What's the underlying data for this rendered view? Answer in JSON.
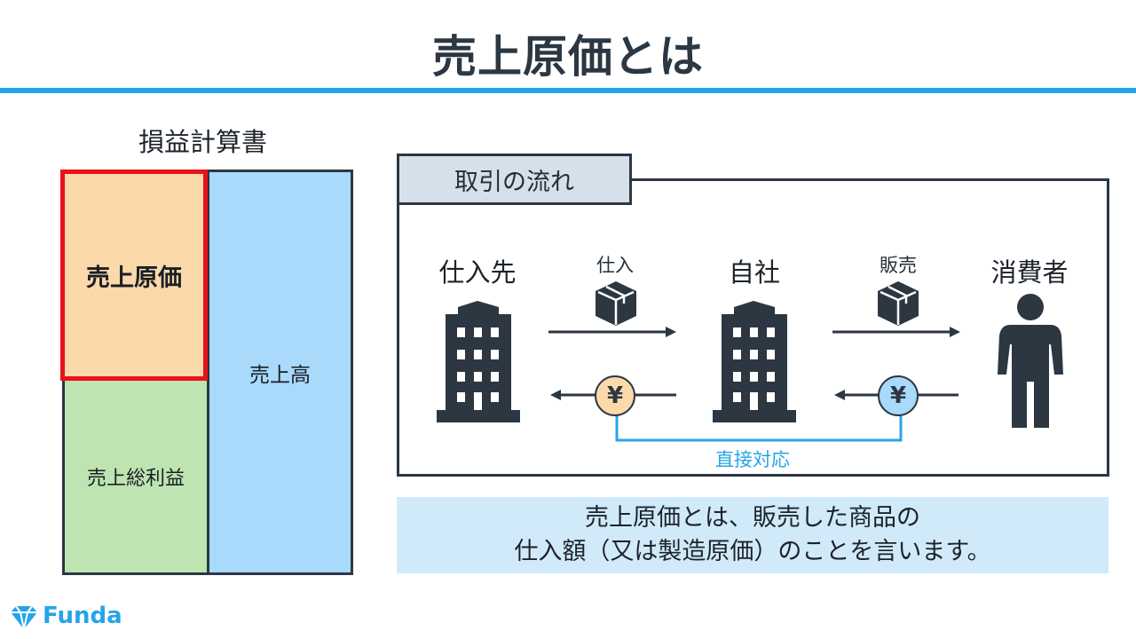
{
  "header": {
    "title": "売上原価とは"
  },
  "income_statement": {
    "title": "損益計算書",
    "cogs": "売上原価",
    "gross_profit": "売上総利益",
    "sales": "売上高"
  },
  "flow": {
    "tab_label": "取引の流れ",
    "supplier": "仕入先",
    "company": "自社",
    "consumer": "消費者",
    "purchase_label": "仕入",
    "sale_label": "販売",
    "coin_symbol": "¥",
    "direct_label": "直接対応",
    "colors": {
      "building": "#2c3742",
      "coin_purchase": "#fcd9aa",
      "coin_sale": "#a9d9fb",
      "link_line": "#27a4e8"
    }
  },
  "summary": {
    "line1": "売上原価とは、販売した商品の",
    "line2": "仕入額（又は製造原価）のことを言います。"
  },
  "logo": {
    "text": "Funda",
    "icon": "diamond-logo-icon"
  }
}
